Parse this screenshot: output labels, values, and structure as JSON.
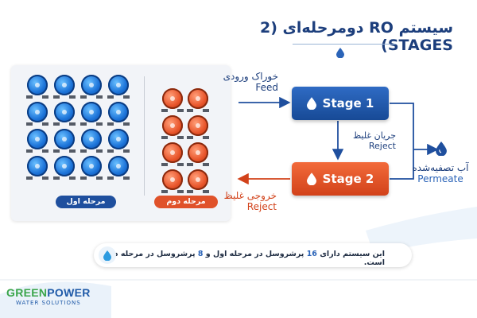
{
  "title": "سیستم RO دومرحله‌ای (2 STAGES)",
  "stage1": {
    "label": "Stage 1"
  },
  "stage2": {
    "label": "Stage 2"
  },
  "feed": {
    "fa": "خوراک ورودی",
    "en": "Feed"
  },
  "concentrate": {
    "fa": "جریان غلیظ",
    "en": "Reject"
  },
  "reject": {
    "fa": "خروجی غلیظ",
    "en": "Reject"
  },
  "permeate": {
    "fa": "آب تصفیه‌شده",
    "en": "Permeate"
  },
  "panel": {
    "first_stage_label": "مرحله اول",
    "second_stage_label": "مرحله دوم",
    "first_stage_count": 16,
    "second_stage_count": 8
  },
  "info": {
    "part1": "این سیستم دارای ",
    "n1": "16",
    "part2": " پرشروسل در مرحله اول و ",
    "n2": "8",
    "part3": " پرشروسل در مرحله دوم است."
  },
  "logo": {
    "green": "GREEN",
    "power": "POWER",
    "sub": "WATER SOLUTIONS"
  },
  "colors": {
    "blue": "#1f4f9e",
    "orange": "#e0522a",
    "navy": "#1c3e7c"
  }
}
